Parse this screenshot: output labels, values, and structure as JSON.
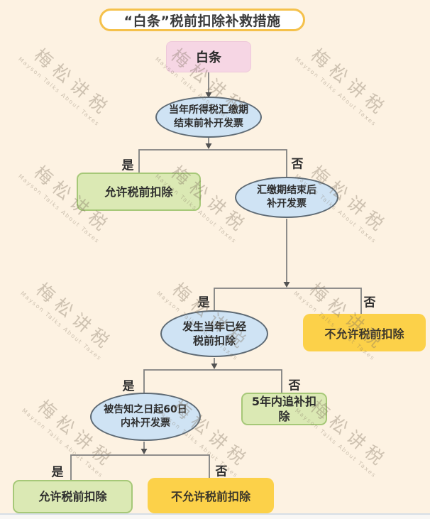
{
  "title": {
    "text": "“白条”税前扣除补救措施"
  },
  "watermark": {
    "cn": "梅松讲税",
    "en": "Mayson Talks About Taxes"
  },
  "labels": {
    "yes": "是",
    "no": "否"
  },
  "nodes": {
    "start": {
      "label": "白条"
    },
    "q1": {
      "lines": [
        "当年所得税汇缴期",
        "结束前补开发票"
      ]
    },
    "allow1": {
      "label": "允许税前扣除"
    },
    "q2": {
      "lines": [
        "汇缴期结束后",
        "补开发票"
      ]
    },
    "q3": {
      "lines": [
        "发生当年已经",
        "税前扣除"
      ]
    },
    "deny1": {
      "label": "不允许税前扣除"
    },
    "q4": {
      "lines": [
        "被告知之日起60日",
        "内补开发票"
      ]
    },
    "pursue5y": {
      "lines": [
        "5年内追补扣",
        "除"
      ]
    },
    "allow2": {
      "label": "允许税前扣除"
    },
    "deny2": {
      "label": "不允许税前扣除"
    }
  },
  "edges": [
    {
      "from": "start",
      "to": "q1",
      "label": ""
    },
    {
      "from": "q1",
      "to": "allow1",
      "label": "是"
    },
    {
      "from": "q1",
      "to": "q2",
      "label": "否"
    },
    {
      "from": "q2",
      "to": "q3",
      "label": "是"
    },
    {
      "from": "q2",
      "to": "deny1",
      "label": "否"
    },
    {
      "from": "q3",
      "to": "q4",
      "label": "是"
    },
    {
      "from": "q3",
      "to": "pursue5y",
      "label": "否"
    },
    {
      "from": "q4",
      "to": "allow2",
      "label": "是"
    },
    {
      "from": "q4",
      "to": "deny2",
      "label": "否"
    }
  ],
  "colors": {
    "background": "#fdf2e2",
    "title_border": "#f5c14b",
    "start_fill": "#f6d6e4",
    "decision_fill": "#cfe3f4",
    "decision_border": "#5e6a74",
    "allow_fill": "#dbe9b4",
    "allow_border": "#a6c878",
    "deny_fill": "#fcd149",
    "connector": "#808080"
  }
}
